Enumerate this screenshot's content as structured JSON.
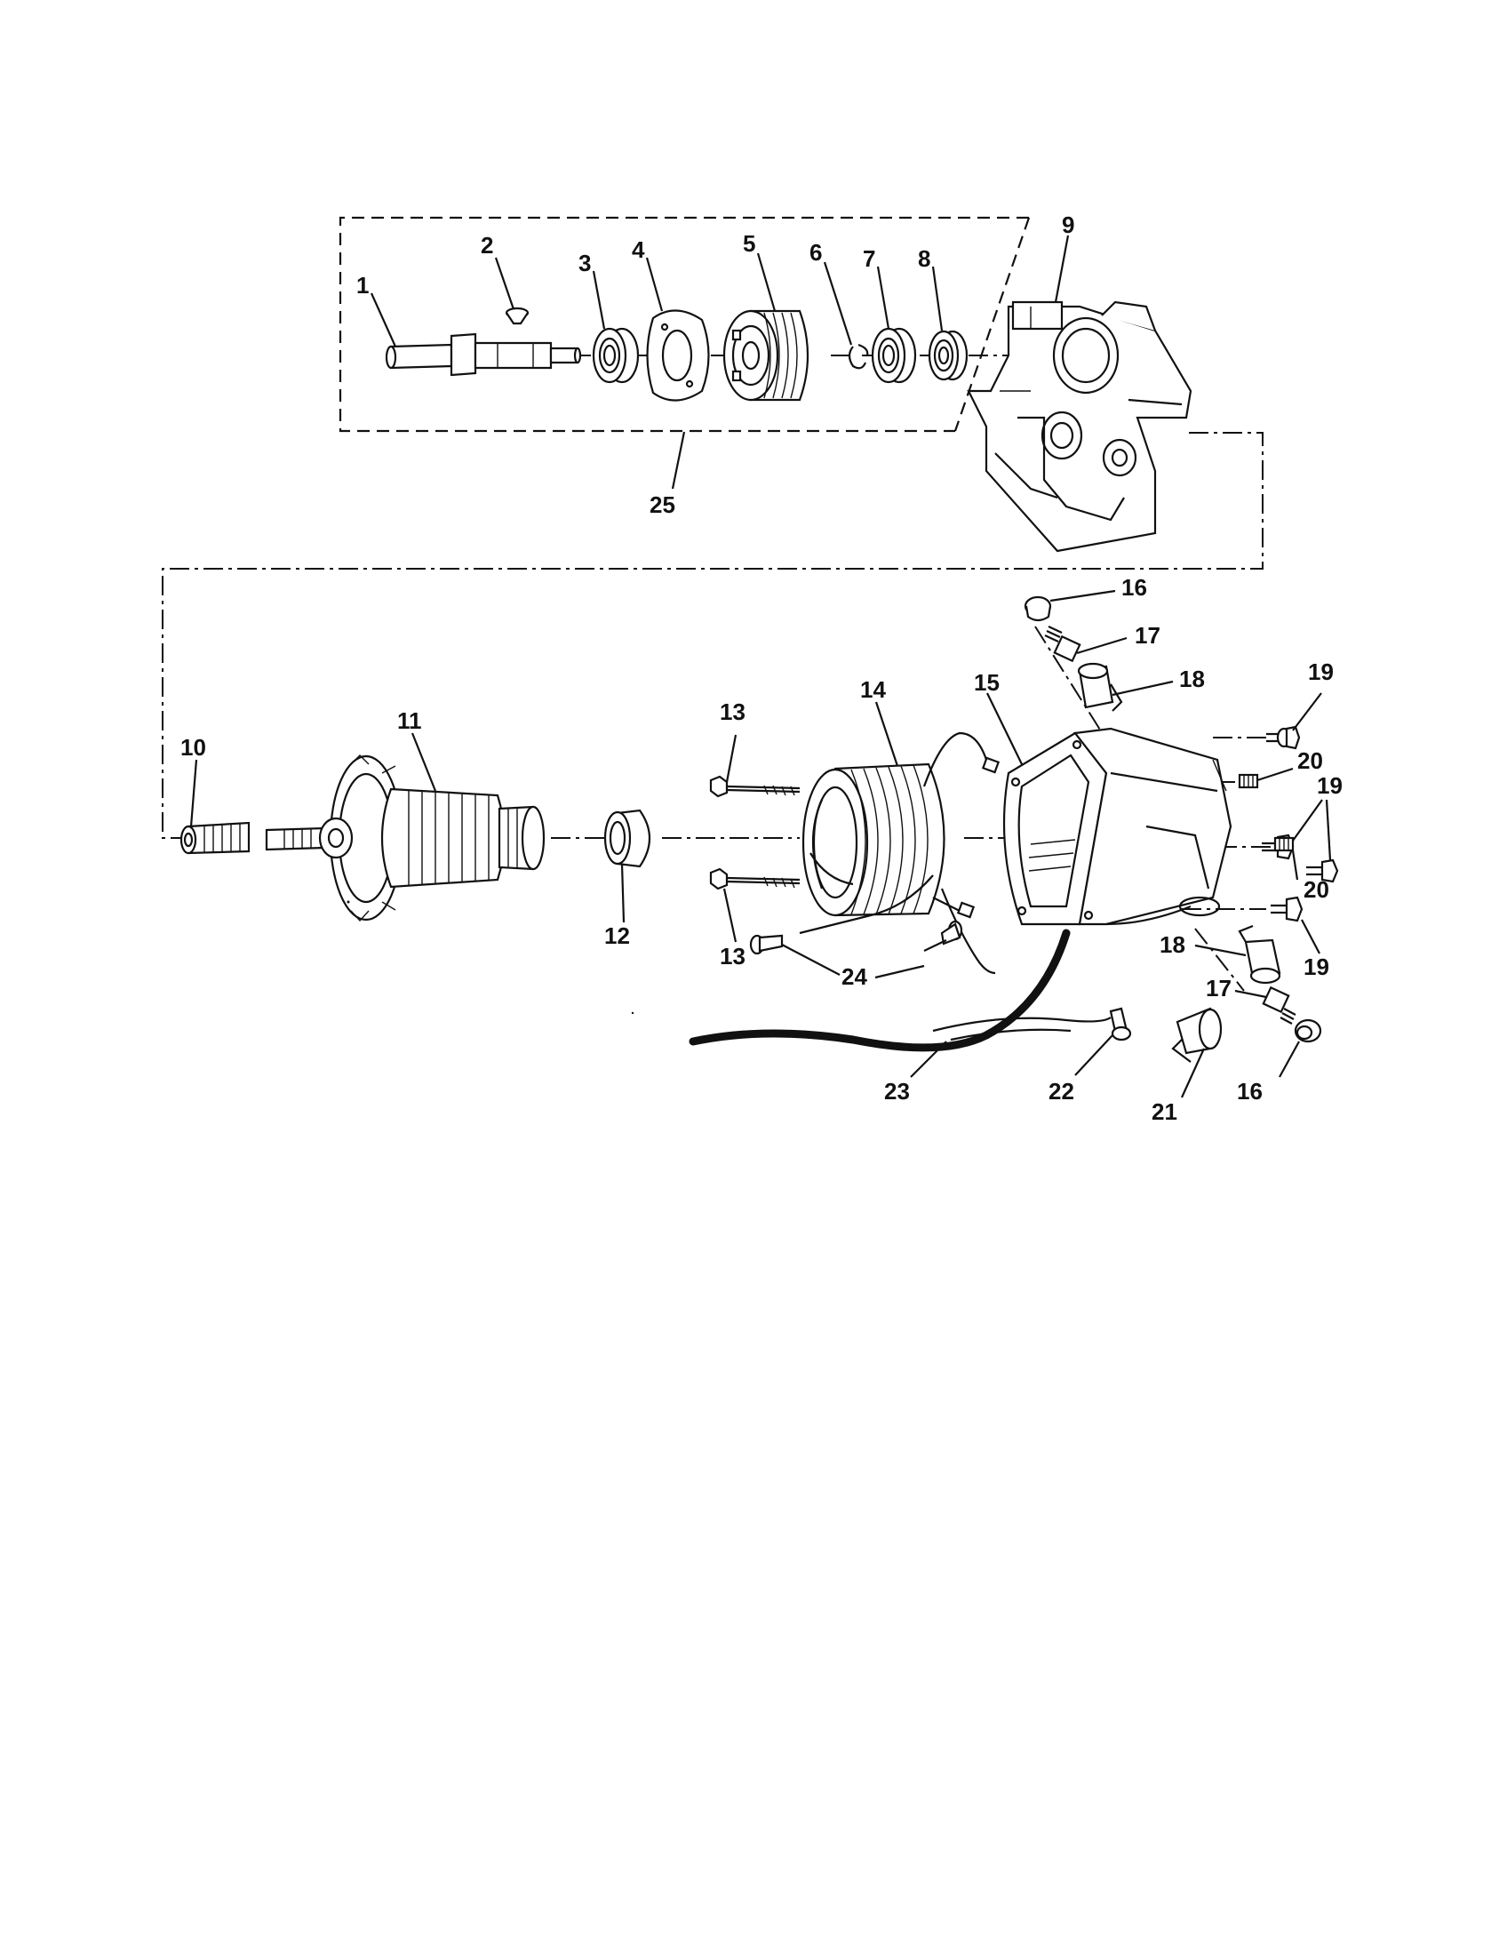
{
  "callouts": {
    "c1": "1",
    "c2": "2",
    "c3": "3",
    "c4": "4",
    "c5": "5",
    "c6": "6",
    "c7": "7",
    "c8": "8",
    "c9": "9",
    "c10": "10",
    "c11": "11",
    "c12": "12",
    "c13a": "13",
    "c13b": "13",
    "c14": "14",
    "c15": "15",
    "c16a": "16",
    "c16b": "16",
    "c17a": "17",
    "c17b": "17",
    "c18a": "18",
    "c18b": "18",
    "c19a": "19",
    "c19b": "19",
    "c19c": "19",
    "c20a": "20",
    "c20b": "20",
    "c21": "21",
    "c22": "22",
    "c23": "23",
    "c24": "24",
    "c25": "25"
  }
}
